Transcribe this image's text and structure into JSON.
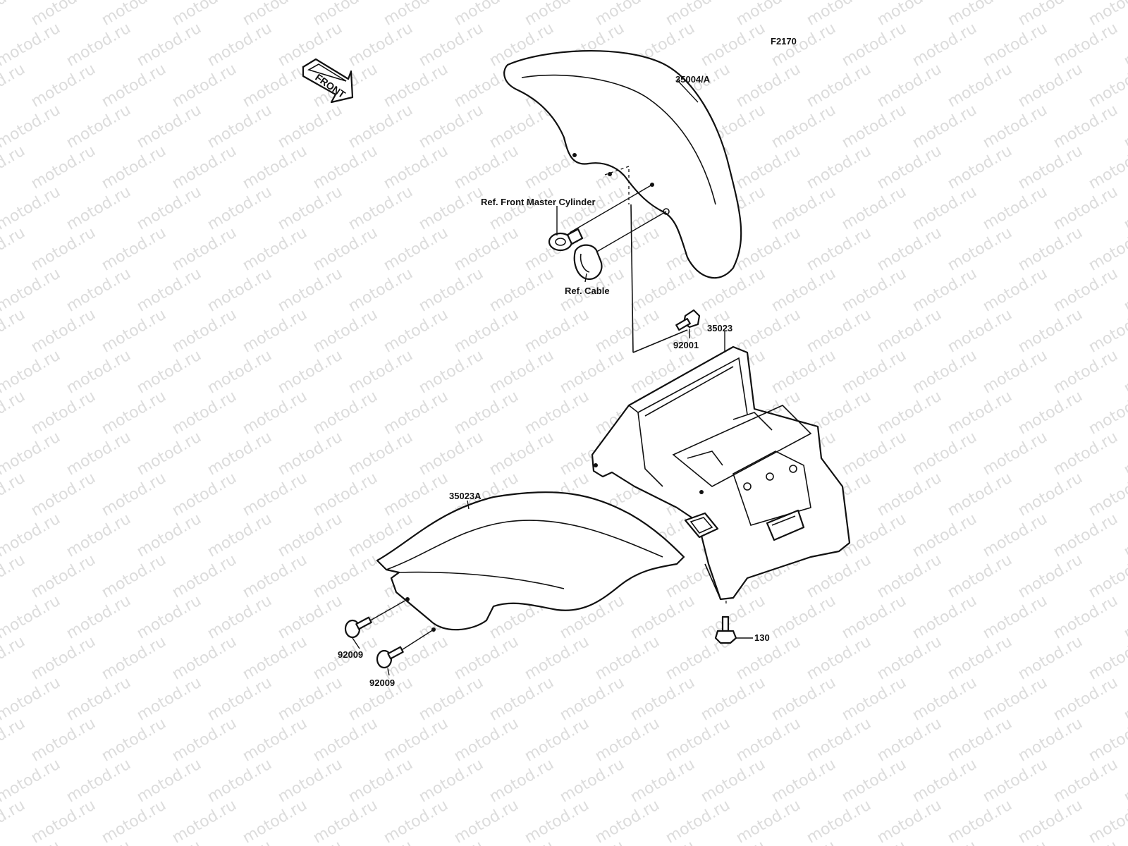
{
  "diagram_id": "F2170",
  "front_arrow_label": "FRONT",
  "watermark": "motod.ru",
  "labels": {
    "front_fender": "35004/A",
    "ref_front_master_cylinder": "Ref. Front Master Cylinder",
    "ref_cable": "Ref. Cable",
    "bolt_top": "92001",
    "rear_fender": "35023",
    "flap": "35023A",
    "screw_a": "92009",
    "screw_b": "92009",
    "bolt_bottom": "130"
  }
}
